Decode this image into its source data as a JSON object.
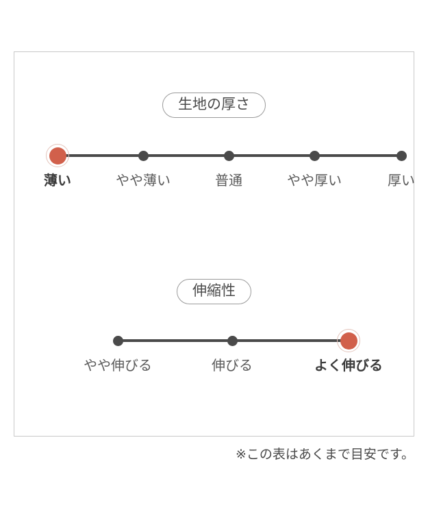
{
  "card": {
    "footnote": "※この表はあくまで目安です。"
  },
  "colors": {
    "selected": "#d1604b",
    "selected_ring": "#e3c3ba",
    "dot": "#4a4a4a",
    "track": "#4a4a4a",
    "border": "#c8c8c8",
    "text": "#4a4a4a"
  },
  "chart_data": {
    "type": "scale",
    "title": "",
    "scales": [
      {
        "label": "生地の厚さ",
        "categories": [
          "薄い",
          "やや薄い",
          "普通",
          "やや厚い",
          "厚い"
        ],
        "selected_index": 0,
        "selected_value": "薄い",
        "points": 5
      },
      {
        "label": "伸縮性",
        "categories": [
          "やや伸びる",
          "伸びる",
          "よく伸びる"
        ],
        "selected_index": 2,
        "selected_value": "よく伸びる",
        "points": 3
      }
    ],
    "note": "※この表はあくまで目安です。"
  }
}
